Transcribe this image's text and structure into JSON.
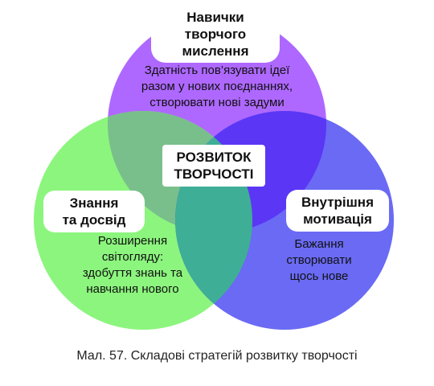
{
  "colors": {
    "circle_top": "#ae68ff",
    "circle_left": "#8cf57e",
    "circle_right": "#6a6af5",
    "overlap_top_left": "#79bf8b",
    "overlap_top_right": "#5b36f5",
    "overlap_left_right": "#3fae96",
    "background": "#ffffff"
  },
  "center": {
    "title": "РОЗВИТОК\nТВОРЧОСТІ"
  },
  "top": {
    "title": "Навички\nтворчого\nмислення",
    "description": "Здатність пов’язувати ідеї\nразом у нових поєднаннях,\nстворювати нові задуми"
  },
  "left": {
    "title": "Знання\nта досвід",
    "description": "Розширення\nсвітогляду:\nздобуття знань та\nнавчання нового"
  },
  "right": {
    "title": "Внутрішня\nмотивація",
    "description": "Бажання\nстворювати\nщось нове"
  },
  "caption": "Мал. 57. Складові стратегій розвитку творчості"
}
